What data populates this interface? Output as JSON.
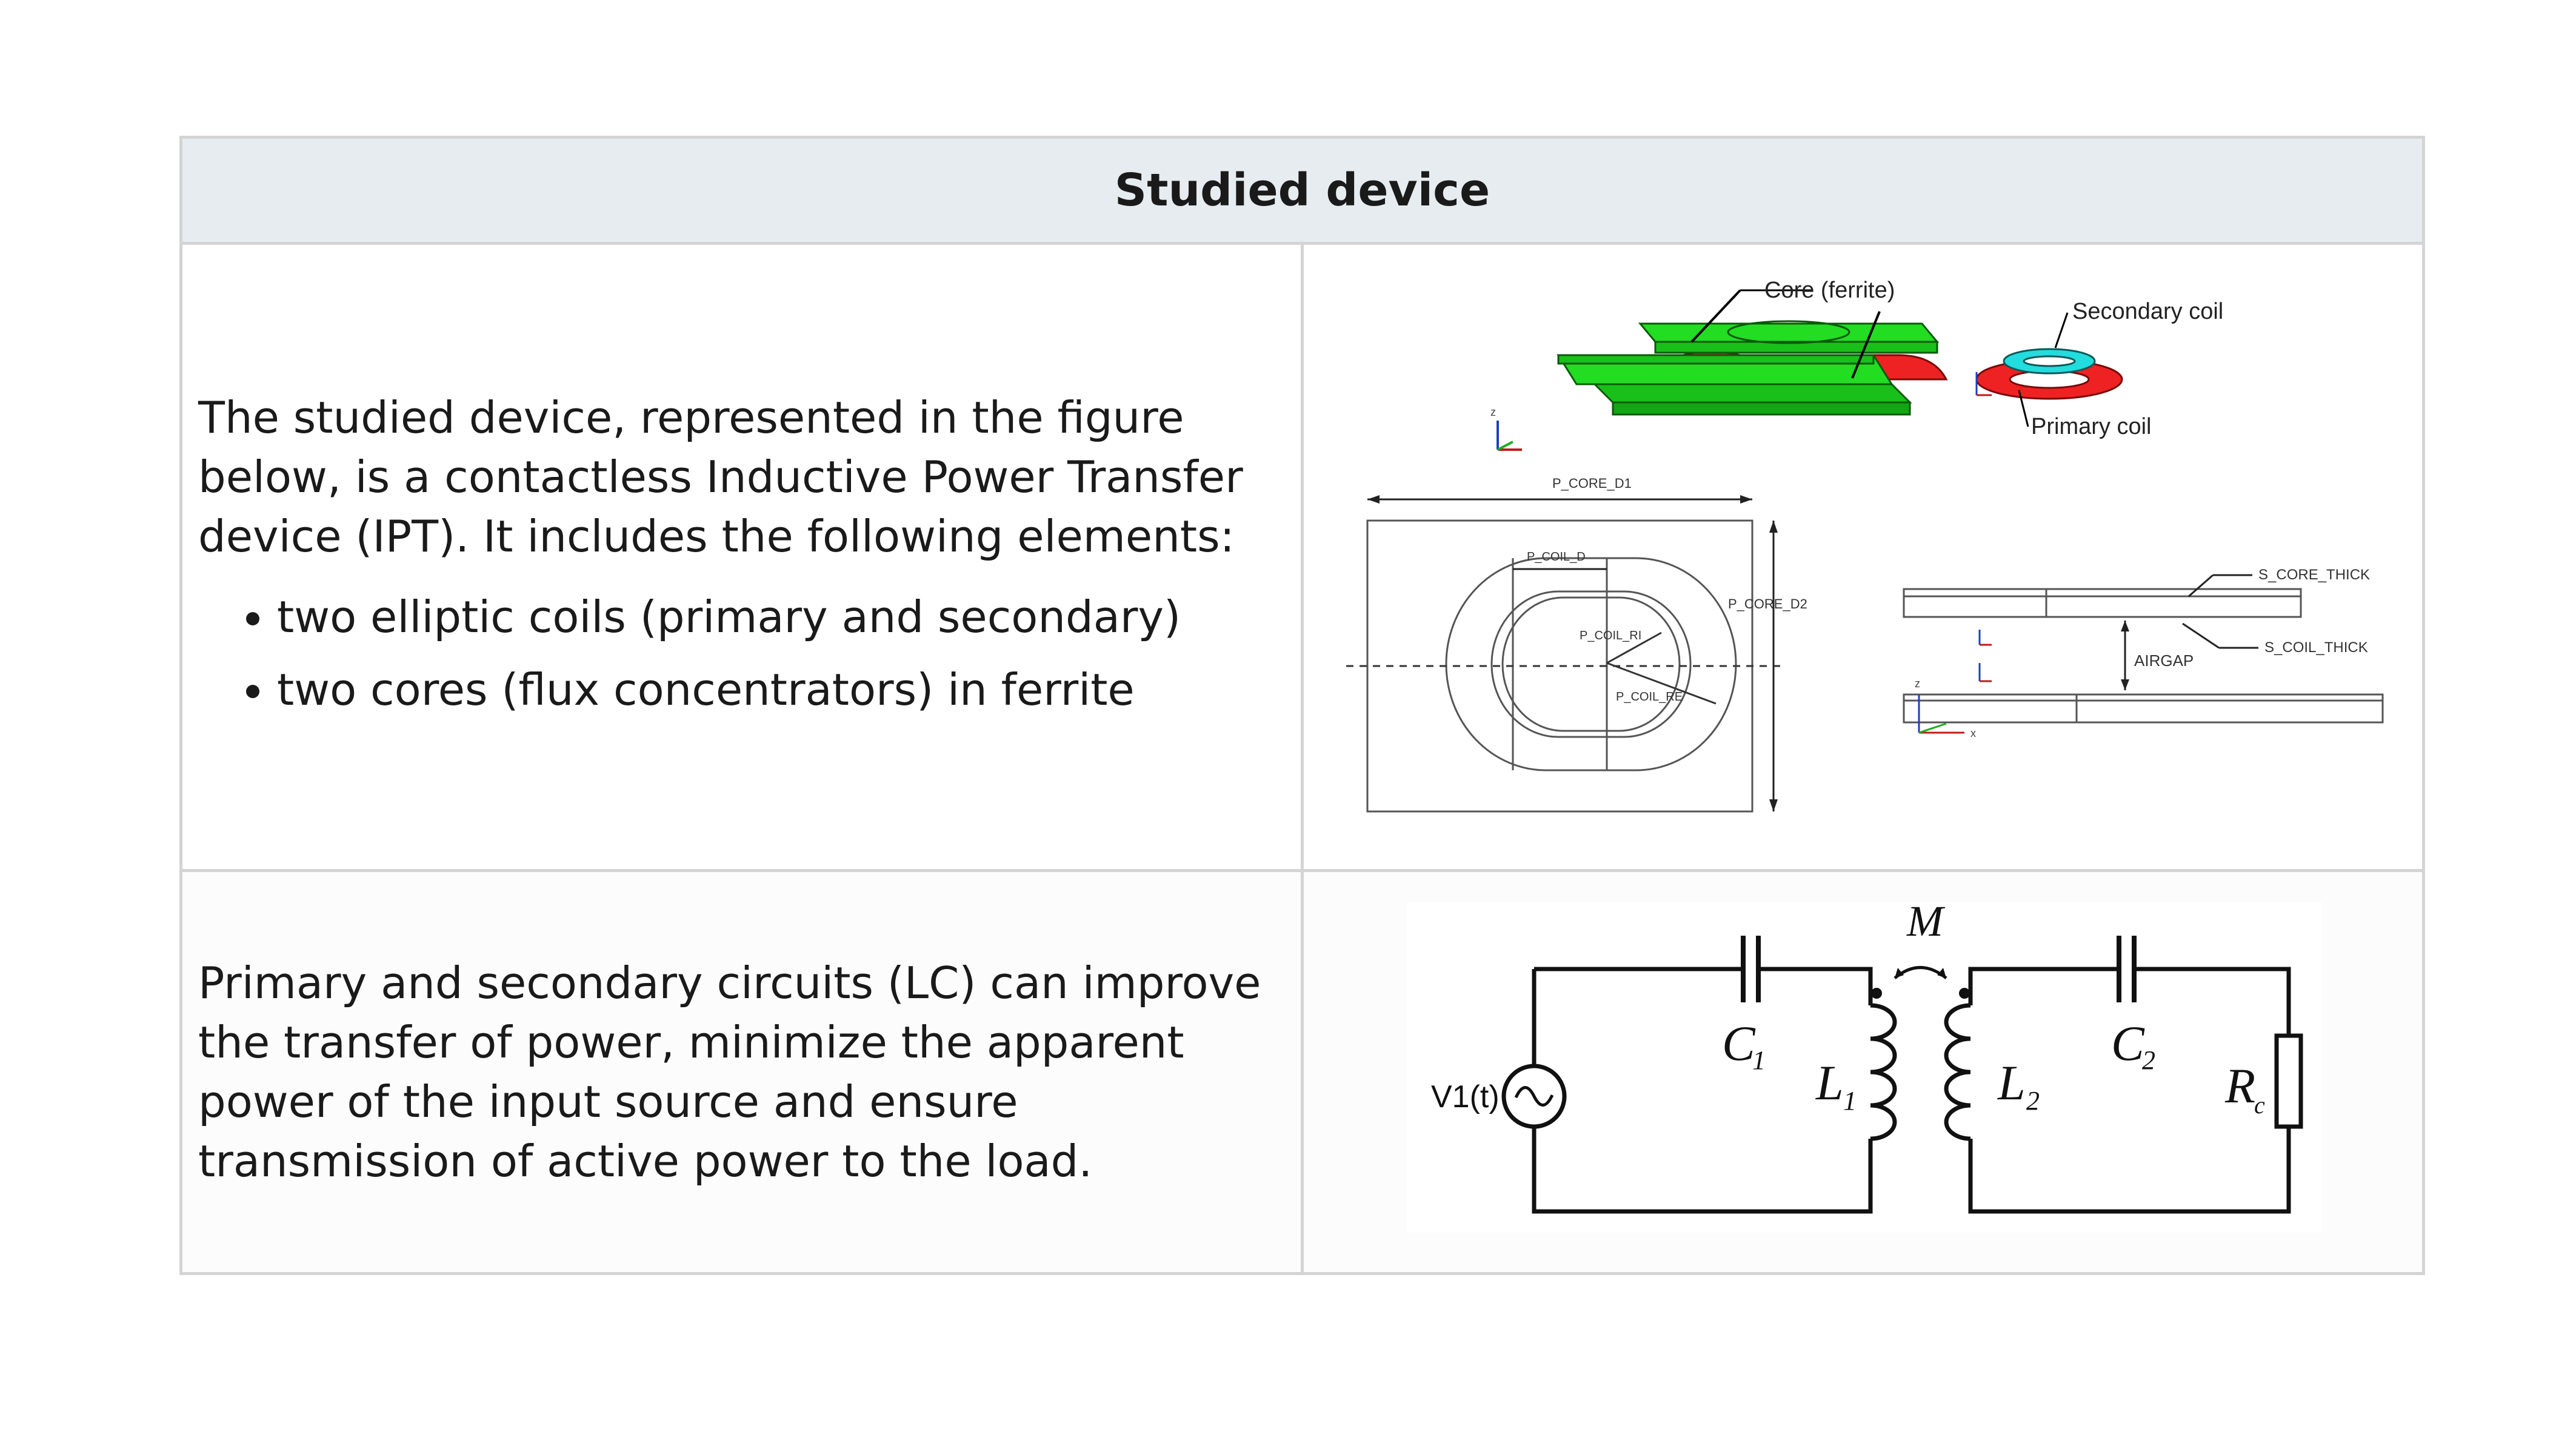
{
  "table": {
    "title": "Studied device",
    "device_description": "The studied device, represented in the figure below, is a contactless Inductive Power Transfer device (IPT). It includes the following elements:",
    "elements": [
      "two elliptic coils (primary and secondary)",
      "two cores (flux concentrators) in ferrite"
    ],
    "circuit_description": "Primary and secondary circuits (LC) can improve the transfer of power, minimize the apparent power of the input source and ensure transmission of active power to the load."
  },
  "device_figure": {
    "labels": {
      "core": "Core (ferrite)",
      "secondary_coil": "Secondary coil",
      "primary_coil": "Primary coil",
      "p_core_d1": "P_CORE_D1",
      "p_core_d2": "P_CORE_D2",
      "p_coil_d": "P_COIL_D",
      "p_coil_ri": "P_COIL_RI",
      "p_coil_re": "P_COIL_RE",
      "s_core_thick": "S_CORE_THICK",
      "s_coil_thick": "S_COIL_THICK",
      "airgap": "AIRGAP",
      "axis_z": "z",
      "axis_x": "x"
    },
    "colors": {
      "core": "#22dd22",
      "coil_primary": "#ee2222",
      "coil_secondary": "#22dddd"
    }
  },
  "circuit_figure": {
    "labels": {
      "mutual": "M",
      "source": "V1(t)",
      "c1": "C",
      "c1_sub": "1",
      "l1": "L",
      "l1_sub": "1",
      "c2": "C",
      "c2_sub": "2",
      "l2": "L",
      "l2_sub": "2",
      "load": "R",
      "load_sub": "c"
    }
  }
}
